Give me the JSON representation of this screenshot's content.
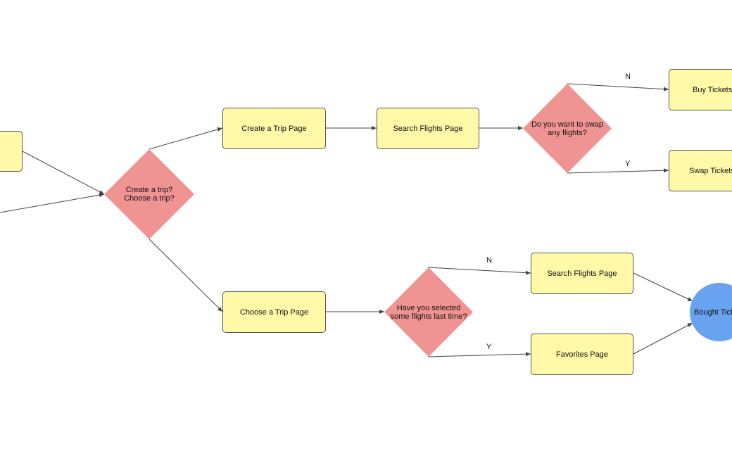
{
  "colors": {
    "process_fill": "#fff9a8",
    "decision_fill": "#f09393",
    "terminal_fill": "#6aa2f2",
    "edge_color": "#444444"
  },
  "nodes": {
    "partial_start": "",
    "decision_create_choose": "Create a trip?\nChoose a trip?",
    "create_trip_page": "Create a Trip Page",
    "search_flights_page_top": "Search Flights Page",
    "decision_swap": "Do you want to swap\nany flights?",
    "buy_tickets": "Buy Tickets",
    "swap_tickets": "Swap Tickets",
    "choose_trip_page": "Choose a Trip Page",
    "decision_selected": "Have you selected\nsome flights last time?",
    "search_flights_page_bottom": "Search Flights Page",
    "favorites_page": "Favorites Page",
    "bought_tickets": "Bought Tick"
  },
  "edge_labels": {
    "swap_no": "N",
    "swap_yes": "Y",
    "selected_no": "N",
    "selected_yes": "Y"
  }
}
